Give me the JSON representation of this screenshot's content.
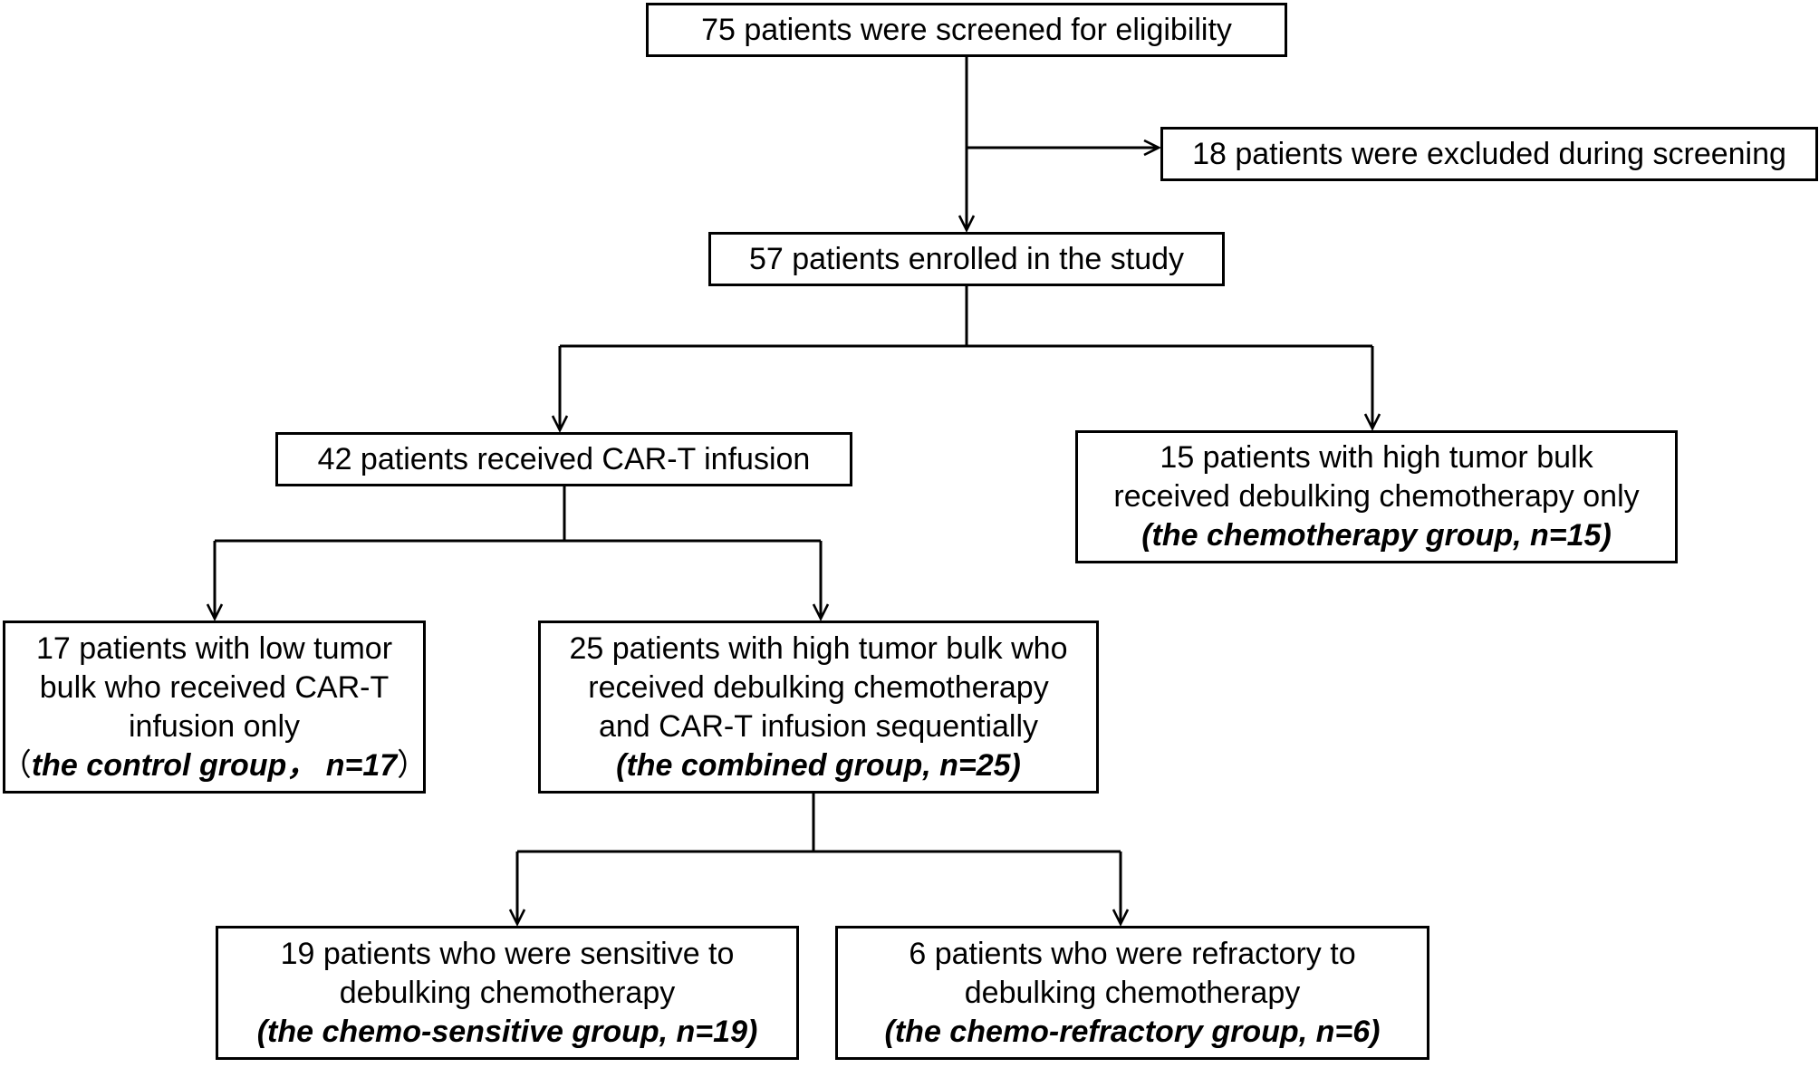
{
  "flowchart": {
    "screened": {
      "line1": "75 patients  were screened  for eligibility"
    },
    "excluded": {
      "line1": "18 patients  were  excluded  during  screening"
    },
    "enrolled": {
      "line1": "57 patients  enrolled  in the study"
    },
    "cart": {
      "line1": "42 patients  received   CAR-T infusion"
    },
    "chemo": {
      "line1": "15 patients  with high tumor bulk",
      "line2": "received debulking chemotherapy only",
      "group": "(the chemotherapy  group,  n=15)"
    },
    "control": {
      "line1": "17 patients  with low tumor",
      "line2": "bulk who received  CAR-T",
      "line3": "infusion  only",
      "paren_open": "（",
      "group": "the control group，  n=17",
      "paren_close": "）"
    },
    "combined": {
      "line1": "25 patients  with high tumor bulk  who",
      "line2": "received  debulking  chemotherapy",
      "line3": "and CAR-T infusion sequentially",
      "group": "(the combined  group,  n=25)"
    },
    "sensitive": {
      "line1": "19 patients  who were sensitive  to",
      "line2": "debulking  chemotherapy",
      "group": "(the chemo-sensitive  group,  n=19)"
    },
    "refractory": {
      "line1": "6 patients  who were refractory  to",
      "line2": "debulking  chemotherapy",
      "group": "(the chemo-refractory  group,  n=6)"
    }
  }
}
